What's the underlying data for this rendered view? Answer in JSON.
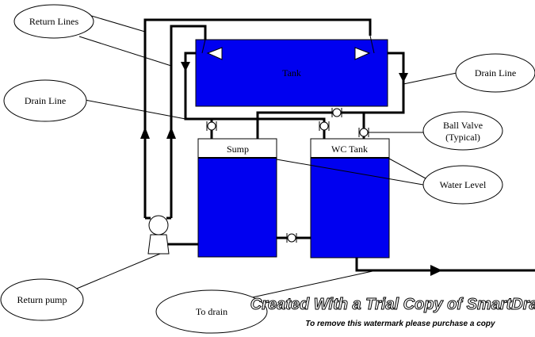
{
  "colors": {
    "water": "#0000f0",
    "line": "#000000"
  },
  "tanks": {
    "main": "Tank",
    "sump": "Sump",
    "wc": "WC Tank"
  },
  "callouts": {
    "return_lines": "Return Lines",
    "drain_line_left": "Drain Line",
    "drain_line_right": "Drain Line",
    "ball_valve_1": "Ball Valve",
    "ball_valve_2": "(Typical)",
    "water_level": "Water Level",
    "return_pump": "Return pump",
    "to_drain": "To drain"
  },
  "watermark": {
    "title": "Created With a Trial Copy of SmartDraw",
    "subtitle": "To remove this watermark please purchase a copy"
  }
}
